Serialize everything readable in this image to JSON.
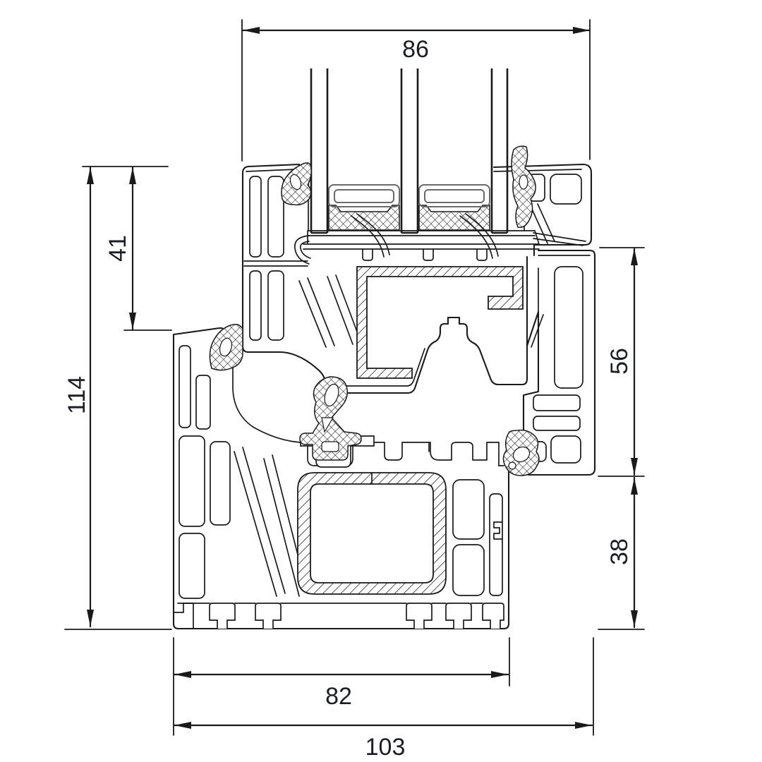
{
  "figure": {
    "title": "Window profile cross-section technical drawing",
    "type": "technical-drawing",
    "units": "mm"
  },
  "dimensions": {
    "top_width": {
      "value": 86,
      "label": "86",
      "orientation": "horizontal"
    },
    "upper_left_height": {
      "value": 41,
      "label": "41",
      "orientation": "vertical"
    },
    "total_left_height": {
      "value": 114,
      "label": "114",
      "orientation": "vertical"
    },
    "right_upper_height": {
      "value": 56,
      "label": "56",
      "orientation": "vertical"
    },
    "right_lower_height": {
      "value": 38,
      "label": "38",
      "orientation": "vertical"
    },
    "bottom_inner_width": {
      "value": 82,
      "label": "82",
      "orientation": "horizontal"
    },
    "bottom_total_width": {
      "value": 103,
      "label": "103",
      "orientation": "horizontal"
    }
  },
  "colors": {
    "line": "#1a1a1a",
    "dimension_text": "#1b1e24",
    "background": "#ffffff"
  }
}
